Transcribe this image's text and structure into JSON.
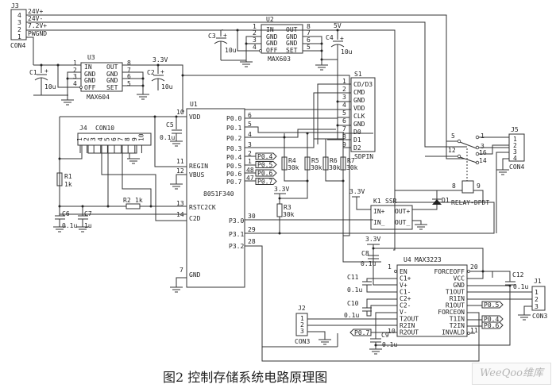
{
  "figure": {
    "caption": "图2 控制存储系统电路原理图",
    "watermark": "WeeQoo维库"
  },
  "components": {
    "J3": {
      "ref": "J3",
      "type": "CON4",
      "pins": [
        "4",
        "3",
        "2",
        "1"
      ],
      "nets": [
        "24V+",
        "24V-",
        "7.2V+",
        "PWGND"
      ]
    },
    "U3": {
      "ref": "U3",
      "part": "MAX604",
      "left_pins": [
        {
          "num": "1",
          "name": "IN"
        },
        {
          "num": "2",
          "name": "GND"
        },
        {
          "num": "3",
          "name": "GND"
        },
        {
          "num": "4",
          "name": "OFF"
        }
      ],
      "right_pins": [
        {
          "num": "8",
          "name": "OUT"
        },
        {
          "num": "7",
          "name": "GND"
        },
        {
          "num": "6",
          "name": "GND"
        },
        {
          "num": "5",
          "name": "SET"
        }
      ],
      "out_net": "3.3V"
    },
    "U2": {
      "ref": "U2",
      "part": "MAX603",
      "left_pins": [
        {
          "num": "1",
          "name": "IN"
        },
        {
          "num": "2",
          "name": "GND"
        },
        {
          "num": "3",
          "name": "GND"
        },
        {
          "num": "4",
          "name": "OFF"
        }
      ],
      "right_pins": [
        {
          "num": "8",
          "name": "OUT"
        },
        {
          "num": "7",
          "name": "GND"
        },
        {
          "num": "6",
          "name": "GND"
        },
        {
          "num": "5",
          "name": "SET"
        }
      ],
      "out_net": "5V"
    },
    "C1": {
      "ref": "C1",
      "value": "10u"
    },
    "C2": {
      "ref": "C2",
      "value": "10u"
    },
    "C3": {
      "ref": "C3",
      "value": "10u"
    },
    "C4": {
      "ref": "C4",
      "value": "10u"
    },
    "C5": {
      "ref": "C5",
      "value": "0.1u"
    },
    "C6": {
      "ref": "C6",
      "value": "0.1u"
    },
    "C7": {
      "ref": "C7",
      "value": "1u"
    },
    "C8": {
      "ref": "C8",
      "value": "0.1u"
    },
    "C9": {
      "ref": "C9",
      "value": "0.1u"
    },
    "C10": {
      "ref": "C10",
      "value": "0.1u"
    },
    "C11": {
      "ref": "C11",
      "value": "0.1u"
    },
    "C12": {
      "ref": "C12",
      "value": "0.1u"
    },
    "R1": {
      "ref": "R1",
      "value": "1k"
    },
    "R2": {
      "ref": "R2",
      "value": "1k"
    },
    "R3": {
      "ref": "R3",
      "value": "30k"
    },
    "R4": {
      "ref": "R4",
      "value": "30k"
    },
    "R5": {
      "ref": "R5",
      "value": "30k"
    },
    "R6": {
      "ref": "R6",
      "value": "30k"
    },
    "R7": {
      "ref": "R7",
      "value": "30k"
    },
    "J4": {
      "ref": "J4",
      "type": "CON10",
      "pins": [
        "1",
        "2",
        "3",
        "4",
        "5",
        "6",
        "7",
        "8",
        "9",
        "10"
      ]
    },
    "U1": {
      "ref": "U1",
      "part": "8051F340",
      "left_pins": [
        {
          "num": "10",
          "name": "VDD"
        },
        {
          "num": "11",
          "name": "REGIN"
        },
        {
          "num": "12",
          "name": "VBUS"
        },
        {
          "num": "13",
          "name": "RSTC2CK"
        },
        {
          "num": "14",
          "name": "C2D"
        },
        {
          "num": "7",
          "name": "GND"
        }
      ],
      "right_pins": [
        {
          "num": "6",
          "name": "P0.0"
        },
        {
          "num": "5",
          "name": "P0.1"
        },
        {
          "num": "4",
          "name": "P0.2"
        },
        {
          "num": "3",
          "name": "P0.3"
        },
        {
          "num": "2",
          "name": "P0.4"
        },
        {
          "num": "1",
          "name": "P0.5"
        },
        {
          "num": "48",
          "name": "P0.6"
        },
        {
          "num": "47",
          "name": "P0.7"
        },
        {
          "num": "30",
          "name": "P3.0"
        },
        {
          "num": "29",
          "name": "P3.1"
        },
        {
          "num": "28",
          "name": "P3.2"
        }
      ]
    },
    "S1": {
      "ref": "S1",
      "part": "SDPIN",
      "pins": [
        {
          "num": "1",
          "name": "CD/D3"
        },
        {
          "num": "2",
          "name": "CMD"
        },
        {
          "num": "3",
          "name": "GND"
        },
        {
          "num": "4",
          "name": "VDD"
        },
        {
          "num": "5",
          "name": "CLK"
        },
        {
          "num": "6",
          "name": "GND"
        },
        {
          "num": "7",
          "name": "D0"
        },
        {
          "num": "8",
          "name": "D1"
        },
        {
          "num": "9",
          "name": "D2"
        }
      ]
    },
    "K1": {
      "ref": "K1",
      "part": "SSR",
      "pins": [
        {
          "name": "IN+"
        },
        {
          "name": "IN_"
        },
        {
          "name": "OUT+"
        },
        {
          "name": "OUT_"
        }
      ]
    },
    "D1": {
      "ref": "D1"
    },
    "RELAY": {
      "part": "RELAY-DPDT",
      "pins": [
        "8",
        "9",
        "5",
        "12",
        "1",
        "3",
        "16",
        "14"
      ]
    },
    "J5": {
      "ref": "J5",
      "type": "CON4",
      "pins": [
        "1",
        "2",
        "3",
        "4"
      ]
    },
    "U4": {
      "ref": "U4",
      "part": "MAX3223",
      "left_pins": [
        {
          "num": "1",
          "name": "EN"
        },
        {
          "num": "",
          "name": "C1+"
        },
        {
          "num": "",
          "name": "V+"
        },
        {
          "num": "",
          "name": "C1-"
        },
        {
          "num": "",
          "name": "C2+"
        },
        {
          "num": "",
          "name": "C2-"
        },
        {
          "num": "",
          "name": "V-"
        },
        {
          "num": "",
          "name": "T2OUT"
        },
        {
          "num": "",
          "name": "R2IN"
        },
        {
          "num": "10",
          "name": "R2OUT"
        }
      ],
      "right_pins": [
        {
          "num": "20",
          "name": "FORCEOFF"
        },
        {
          "num": "",
          "name": "VCC"
        },
        {
          "num": "",
          "name": "GND"
        },
        {
          "num": "",
          "name": "T1OUT"
        },
        {
          "num": "",
          "name": "R1IN"
        },
        {
          "num": "",
          "name": "R1OUT"
        },
        {
          "num": "",
          "name": "FORCEON"
        },
        {
          "num": "",
          "name": "T1IN"
        },
        {
          "num": "",
          "name": "T2IN"
        },
        {
          "num": "11",
          "name": "INVALD"
        }
      ]
    },
    "J1": {
      "ref": "J1",
      "type": "CON3",
      "pins": [
        "1",
        "2",
        "3"
      ]
    },
    "J2": {
      "ref": "J2",
      "type": "CON3",
      "pins": [
        "1",
        "2",
        "3"
      ]
    }
  },
  "net_labels": {
    "v33": "3.3V",
    "v5": "5V",
    "p04": "P0.4",
    "p05": "P0.5",
    "p06": "P0.6",
    "p07": "P0.7"
  }
}
